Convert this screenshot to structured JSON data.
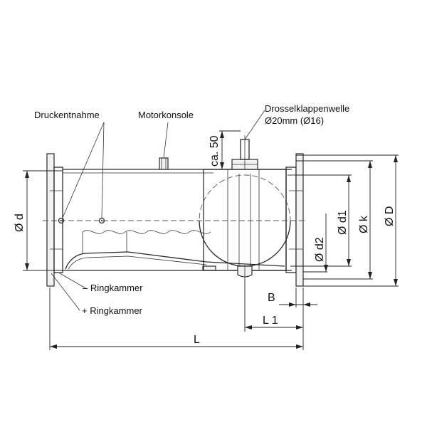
{
  "labels": {
    "pressure_tap": "Druckentnahme",
    "motor_bracket": "Motorkonsole",
    "shaft_line1": "Drosselklappenwelle",
    "shaft_line2": "Ø20mm (Ø16)",
    "minus_chamber": "– Ringkammer",
    "plus_chamber": "+ Ringkammer"
  },
  "dimensions": {
    "d": "Ø d",
    "d1": "Ø d1",
    "d2": "Ø d2",
    "k": "Ø k",
    "D": "Ø D",
    "ca50": "ca. 50",
    "B": "B",
    "L1": "L 1",
    "L": "L"
  }
}
